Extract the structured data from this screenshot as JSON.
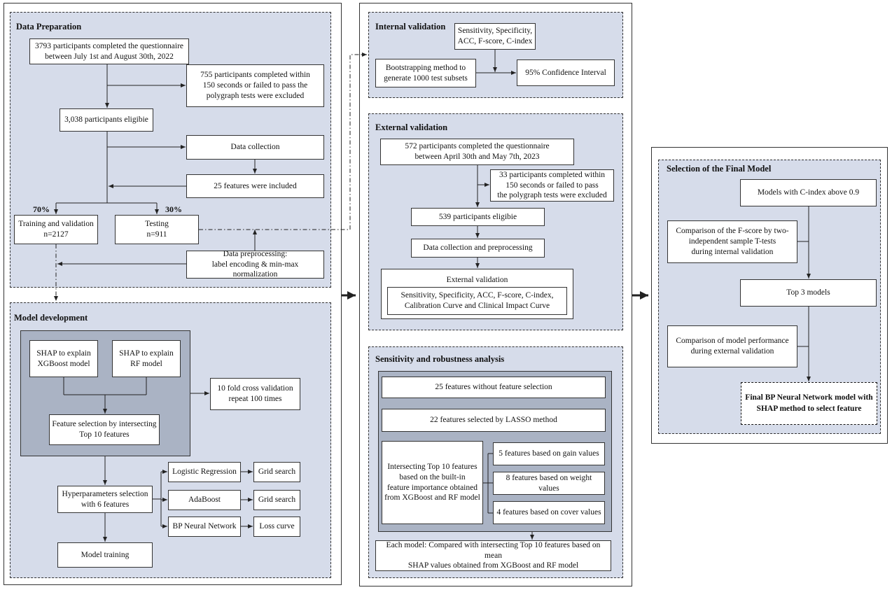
{
  "data_preparation": {
    "title": "Data Preparation",
    "questionnaire": "3793 participants completed the questionnaire\nbetween July 1st and August 30th, 2022",
    "excluded": "755 participants completed within\n150 seconds or failed to pass the\npolygraph tests were excluded",
    "eligible": "3,038 participants eligibie",
    "data_collection": "Data collection",
    "features_included": "25 features were included",
    "pct_train": "70%",
    "pct_test": "30%",
    "training": "Training and validation\nn=2127",
    "testing": "Testing\nn=911",
    "preprocessing": "Data preprocessing:\nlabel encoding & min-max normalization"
  },
  "model_development": {
    "title": "Model development",
    "shap_xgb": "SHAP  to explain\nXGBoost model",
    "shap_rf": "SHAP  to explain\nRF model",
    "cross_validation": "10 fold cross validation\nrepeat 100 times",
    "feature_selection": "Feature selection by intersecting\nTop 10 features",
    "hyperparameters": "Hyperparameters selection\nwith 6 features",
    "logistic": "Logistic Regression",
    "adaboost": "AdaBoost",
    "bpnn": "BP Neural Network",
    "grid1": "Grid search",
    "grid2": "Grid search",
    "loss": "Loss curve",
    "training": "Model training"
  },
  "internal_validation": {
    "title": "Internal validation",
    "metrics": "Sensitivity, Specificity,\nACC, F-score, C-index",
    "bootstrap": "Bootstrapping method to\ngenerate 1000 test subsets",
    "ci": "95% Confidence Interval"
  },
  "external_validation": {
    "title": "External validation",
    "questionnaire": "572 participants completed the questionnaire\nbetween April 30th and May 7th, 2023",
    "excluded": "33 participants completed within\n150 seconds or failed to pass\nthe polygraph tests were excluded",
    "eligible": "539 participants eligibie",
    "collection": "Data collection and  preprocessing",
    "box_title": "External validation",
    "metrics": "Sensitivity, Specificity, ACC, F-score, C-index,\nCalibration Curve and Clinical Impact Curve"
  },
  "sensitivity": {
    "title": "Sensitivity and robustness analysis",
    "no_selection": "25 features without feature selection",
    "lasso": "22 features selected by LASSO method",
    "builtin": "Intersecting Top 10 features\nbased on the built-in\nfeature importance obtained\nfrom XGBoost and RF model",
    "gain": "5 features based on gain values",
    "weight": "8 features based on weight values",
    "cover": "4 features based on cover values",
    "each_model": "Each model: Compared with intersecting Top 10 features based on mean\nSHAP values obtained from XGBoost and RF model"
  },
  "final_model": {
    "title": "Selection of the Final Model",
    "cindex": "Models with C-index above 0.9",
    "fscore": "Comparison of the F-score by two-\nindependent sample T-tests\nduring internal validation",
    "top3": "Top 3 models",
    "performance": "Comparison of model performance\nduring external validation",
    "final": "Final BP  Neural Network model with\nSHAP method to select feature"
  }
}
